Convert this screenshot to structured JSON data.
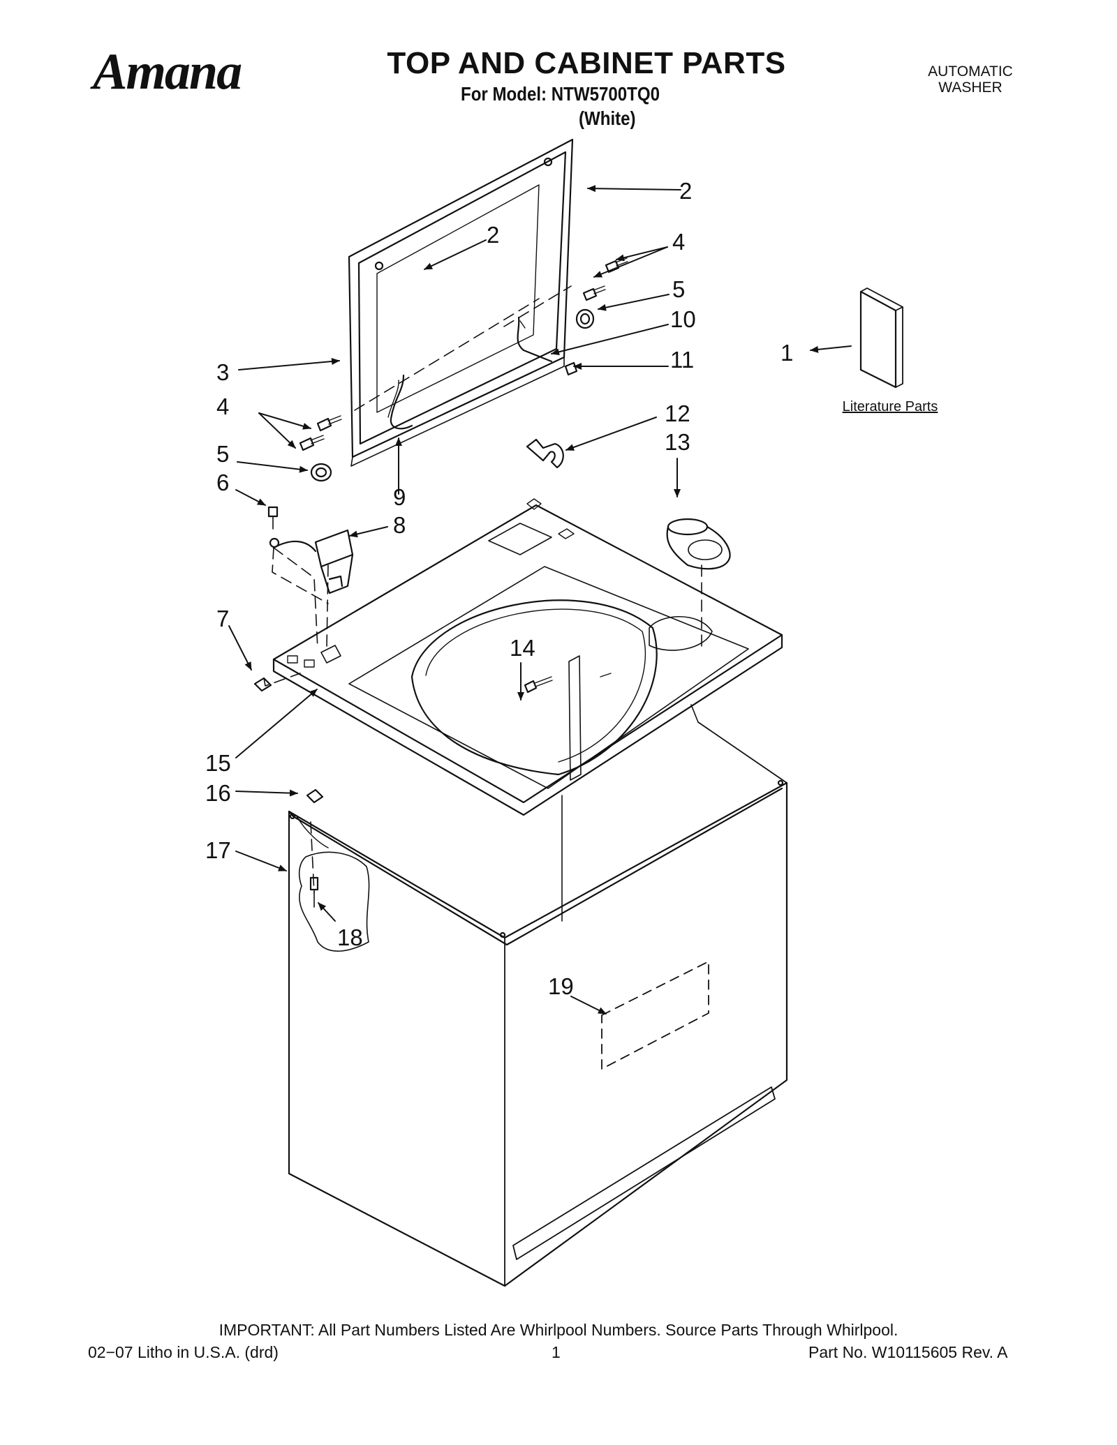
{
  "header": {
    "brand": "Amana",
    "title": "TOP AND CABINET PARTS",
    "model_line": "For Model: NTW5700TQ0",
    "color_line": "(White)",
    "product_type": [
      "AUTOMATIC",
      "WASHER"
    ]
  },
  "diagram": {
    "callouts": [
      "1",
      "2",
      "2",
      "3",
      "4",
      "4",
      "5",
      "5",
      "6",
      "7",
      "8",
      "9",
      "10",
      "11",
      "12",
      "13",
      "14",
      "15",
      "16",
      "17",
      "18",
      "19"
    ],
    "literature_label": "Literature Parts"
  },
  "footer": {
    "important": "IMPORTANT: All Part Numbers Listed Are Whirlpool Numbers. Source Parts Through Whirlpool.",
    "litho": "02−07 Litho in U.S.A. (drd)",
    "page_number": "1",
    "part_number": "Part No. W10115605 Rev. A"
  }
}
